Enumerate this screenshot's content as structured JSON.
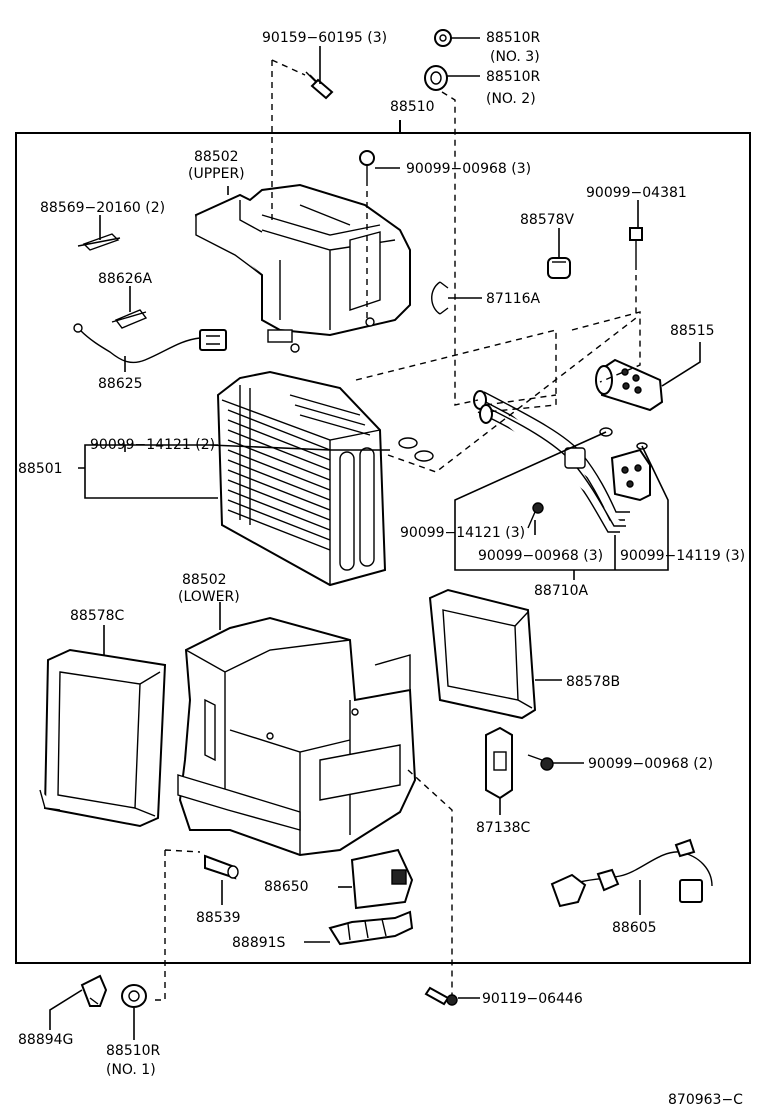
{
  "diagram": {
    "assembly_label": "88510",
    "drawing_number": "870963−C",
    "callouts": {
      "bolt_top": "90159−60195 (3)",
      "grommet_no3": "88510R",
      "grommet_no3_note": "(NO. 3)",
      "grommet_no2": "88510R",
      "grommet_no2_note": "(NO. 2)",
      "case_upper": "88502",
      "case_upper_note": "(UPPER)",
      "screw_upper": "90099−00968 (3)",
      "clip_a": "88569−20160 (2)",
      "clip_b": "88626A",
      "harness_small": "88625",
      "bolt_right": "90099−04381",
      "packing_v": "88578V",
      "clamp": "87116A",
      "valve": "88515",
      "oring_evap": "90099−14121 (2)",
      "evaporator": "88501",
      "oring_tube_a": "90099−14121 (3)",
      "screw_tube": "90099−00968 (3)",
      "oring_tube_b": "90099−14119 (3)",
      "tube_assy": "88710A",
      "case_lower": "88502",
      "case_lower_note": "(LOWER)",
      "packing_c": "88578C",
      "packing_b": "88578B",
      "screw_lower": "90099−00968 (2)",
      "thermistor": "87138C",
      "amplifier": "88650",
      "plug": "88539",
      "bracket": "88891S",
      "harness_large": "88605",
      "bolt_bottom": "90119−06446",
      "drain_hose": "88894G",
      "grommet_no1": "88510R",
      "grommet_no1_note": "(NO. 1)"
    }
  }
}
